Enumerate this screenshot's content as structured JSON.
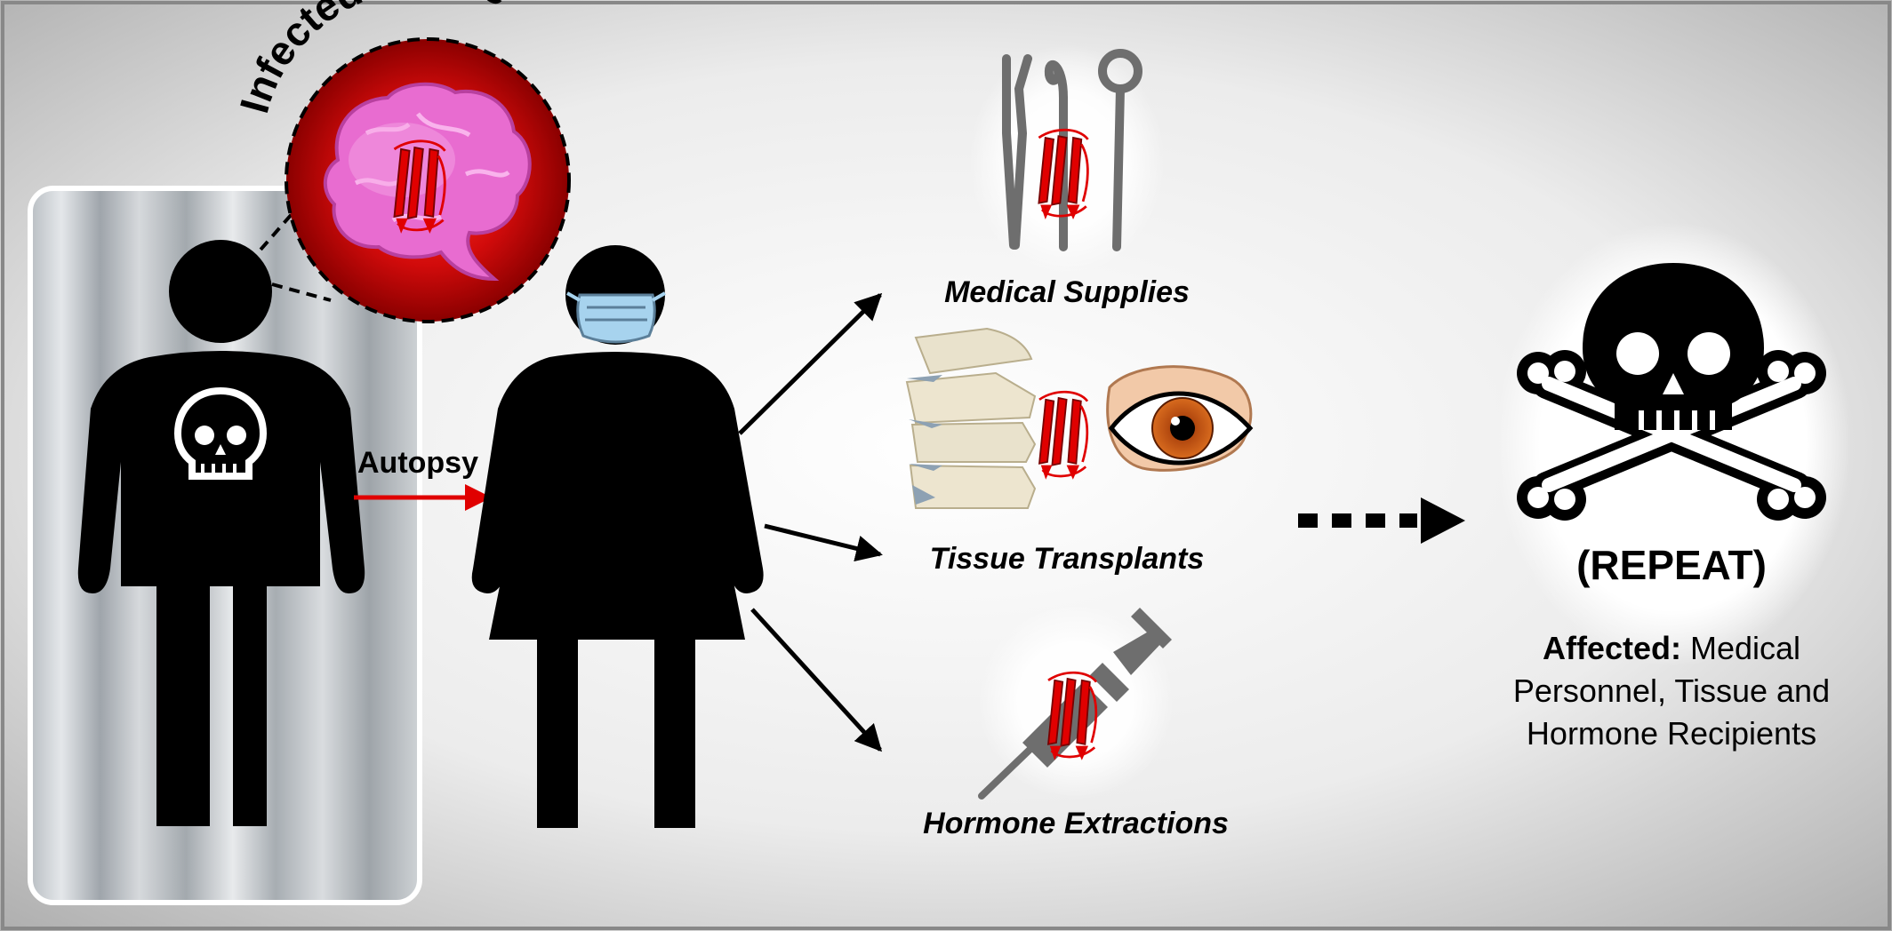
{
  "labels": {
    "infected_tissue": "Infected Tissue",
    "autopsy": "Autopsy",
    "medical_supplies": "Medical Supplies",
    "tissue_transplants": "Tissue Transplants",
    "hormone_extractions": "Hormone Extractions",
    "repeat": "(REPEAT)",
    "affected_prefix": "Affected:",
    "affected_line1": "Medical",
    "affected_line2": "Personnel, Tissue and",
    "affected_line3": "Hormone Recipients"
  },
  "colors": {
    "background_light": "#ffffff",
    "background_dark": "#a9a9a9",
    "figure": "#000000",
    "prion_red": "#e00000",
    "brain_pink": "#e86cd0",
    "autopsy_arrow": "#e00000",
    "mask_blue": "#a7d3ee",
    "instrument_gray": "#6e6e6e"
  },
  "icons": [
    "skull-icon",
    "brain-icon",
    "prion-icon",
    "face-mask-icon",
    "tweezers-icon",
    "dental-probe-icon",
    "dental-mirror-icon",
    "vertebrae-icon",
    "eye-icon",
    "syringe-icon",
    "skull-crossbones-icon"
  ]
}
